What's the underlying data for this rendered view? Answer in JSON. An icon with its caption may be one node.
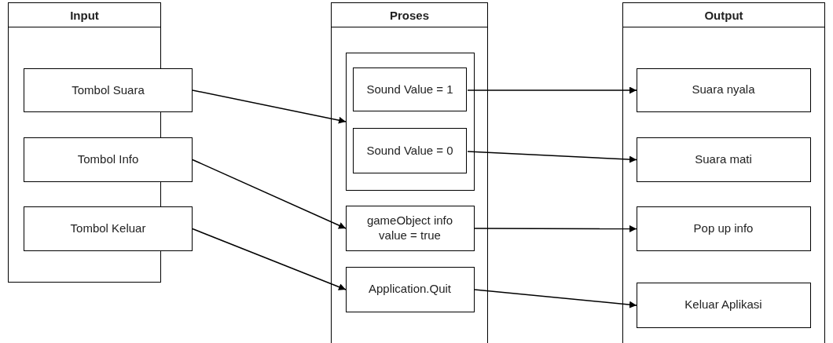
{
  "diagram": {
    "nodes": [
      {
        "text": [
          "Input"
        ]
      },
      {
        "text": [
          "Tombol Suara"
        ]
      },
      {
        "text": [
          "Tombol Info"
        ]
      },
      {
        "text": [
          "Tombol Keluar"
        ]
      },
      {
        "text": [
          "Proses"
        ]
      },
      {
        "text": [],
        "shape": "box",
        "in": 4
      },
      {
        "text": [
          "Sound Value = 1"
        ],
        "in": 5
      },
      {
        "text": [
          "Sound Value = 0"
        ],
        "in": 5
      },
      {
        "text": [
          "gameObject info value = true"
        ],
        "in": 4
      },
      {
        "text": [
          "Application.Quit"
        ],
        "in": 4
      },
      {
        "text": [
          "Output"
        ]
      },
      {
        "text": [
          "Suara nyala"
        ],
        "in": 10
      },
      {
        "text": [
          "Suara mati"
        ],
        "in": 10
      },
      {
        "text": [
          "Pop up info"
        ],
        "in": 10
      },
      {
        "text": [
          "Keluar Aplikasi"
        ],
        "in": 10
      }
    ],
    "edges": [
      {
        "from": 1,
        "to": 5,
        "arrow": "to"
      },
      {
        "from": 2,
        "to": 8,
        "arrow": "to"
      },
      {
        "from": 3,
        "to": 9,
        "arrow": "to"
      },
      {
        "from": 6,
        "to": 11,
        "arrow": "to"
      },
      {
        "from": 7,
        "to": 12,
        "arrow": "to"
      },
      {
        "from": 8,
        "to": 13,
        "arrow": "to"
      },
      {
        "from": 9,
        "to": 14,
        "arrow": "to"
      }
    ]
  }
}
